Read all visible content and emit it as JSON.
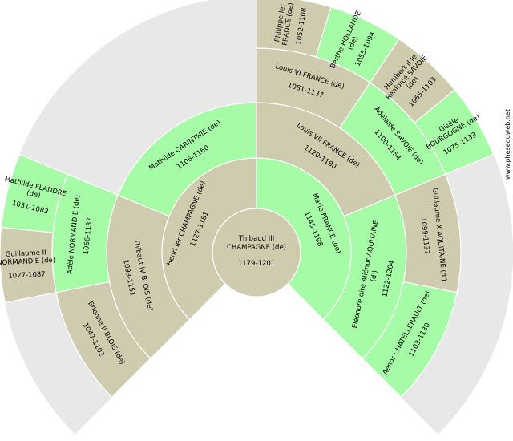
{
  "colors": {
    "male": "#cfcbaf",
    "female": "#a6fba6",
    "empty": "#e8e8e8",
    "divider": "#ffffff"
  },
  "watermark": "www.pheseduweb.net",
  "root": {
    "name": "Thibaud III CHAMPAGNE (de)",
    "name_lines": [
      "Thibaud III",
      "CHAMPAGNE (de)"
    ],
    "dates": "1179-1201"
  },
  "persons": [
    {
      "id": "henri-ier-champagne",
      "gen": 1,
      "slot": 0,
      "sex": "male",
      "name": "Henri Ier CHAMPAGNE (de)",
      "name_lines": [
        "Henri Ier CHAMPAGNE (de)"
      ],
      "dates": "1127-1181"
    },
    {
      "id": "marie-france",
      "gen": 1,
      "slot": 1,
      "sex": "female",
      "name": "Marie FRANCE (de)",
      "name_lines": [
        "Marie FRANCE (de)"
      ],
      "dates": "1145-1198"
    },
    {
      "id": "thibaut-iv-blois",
      "gen": 2,
      "slot": 0,
      "sex": "male",
      "name": "Thibaut IV BLOIS (de)",
      "name_lines": [
        "Thibaut IV BLOIS (de)"
      ],
      "dates": "1093-1151"
    },
    {
      "id": "mathilde-carinthie",
      "gen": 2,
      "slot": 1,
      "sex": "female",
      "name": "Mathilde CARINTHIE (de)",
      "name_lines": [
        "Mathilde CARINTHIE (de)"
      ],
      "dates": "1106-1160"
    },
    {
      "id": "louis-vii-france",
      "gen": 2,
      "slot": 2,
      "sex": "male",
      "name": "Louis VII FRANCE (de)",
      "name_lines": [
        "Louis VII FRANCE (de)"
      ],
      "dates": "1120-1180"
    },
    {
      "id": "eleonore-aquitaine",
      "gen": 2,
      "slot": 3,
      "sex": "female",
      "name": "Eléonore dite Aliénor AQUITAINE (d')",
      "name_lines": [
        "Eléonore dite Aliénor AQUITAINE",
        "(d')"
      ],
      "dates": "1122-1204"
    },
    {
      "id": "etienne-ii-blois",
      "gen": 3,
      "slot": 0,
      "sex": "male",
      "name": "Etienne II BLOIS (de)",
      "name_lines": [
        "Etienne II BLOIS (de)"
      ],
      "dates": "1047-1102"
    },
    {
      "id": "adele-normandie",
      "gen": 3,
      "slot": 1,
      "sex": "female",
      "name": "Adèle NORMANDIE (de)",
      "name_lines": [
        "Adèle NORMANDIE (de)"
      ],
      "dates": "1066-1137"
    },
    {
      "id": "louis-vi-france",
      "gen": 3,
      "slot": 4,
      "sex": "male",
      "name": "Louis VI FRANCE (de)",
      "name_lines": [
        "Louis VI FRANCE (de)"
      ],
      "dates": "1081-1137"
    },
    {
      "id": "adelaide-savoie",
      "gen": 3,
      "slot": 5,
      "sex": "female",
      "name": "Adélaïde SAVOIE (de)",
      "name_lines": [
        "Adélaïde SAVOIE (de)"
      ],
      "dates": "1100-1154"
    },
    {
      "id": "guillaume-x-aquitaine",
      "gen": 3,
      "slot": 6,
      "sex": "male",
      "name": "Guillaume X AQUITAINE (d')",
      "name_lines": [
        "Guillaume X AQUITAINE (d')"
      ],
      "dates": "1099-1137"
    },
    {
      "id": "aenor-chatellerault",
      "gen": 3,
      "slot": 7,
      "sex": "female",
      "name": "Aenor CHATELLERAULT (de)",
      "name_lines": [
        "Aenor CHATELLERAULT (de)"
      ],
      "dates": "1103-1130"
    },
    {
      "id": "guillaume-ii-normandie",
      "gen": 4,
      "slot": 2,
      "sex": "male",
      "name": "Guillaume II NORMANDIE (de)",
      "name_lines": [
        "Guillaume II",
        "NORMANDIE (de)"
      ],
      "dates": "1027-1087"
    },
    {
      "id": "mathilde-flandre",
      "gen": 4,
      "slot": 3,
      "sex": "female",
      "name": "Mathilde FLANDRE (de)",
      "name_lines": [
        "Mathilde FLANDRE",
        "(de)"
      ],
      "dates": "1031-1083"
    },
    {
      "id": "philippe-ier-france",
      "gen": 4,
      "slot": 8,
      "sex": "male",
      "name": "Philippe Ier FRANCE (de)",
      "name_lines": [
        "Philippe Ier",
        "FRANCE (de)"
      ],
      "dates": "1052-1108"
    },
    {
      "id": "berthe-hollande",
      "gen": 4,
      "slot": 9,
      "sex": "female",
      "name": "Berthe HOLLANDE (de)",
      "name_lines": [
        "Berthe HOLLANDE",
        "(de)"
      ],
      "dates": "1055-1094"
    },
    {
      "id": "humbert-ii-savoie",
      "gen": 4,
      "slot": 10,
      "sex": "male",
      "name": "Humbert II le Renforcé SAVOIE (de)",
      "name_lines": [
        "Humbert II le",
        "Renforcé SAVOIE",
        "(de)"
      ],
      "dates": "1065-1103"
    },
    {
      "id": "gisele-bourgogne",
      "gen": 4,
      "slot": 11,
      "sex": "female",
      "name": "Gisèle BOURGOGNE (de)",
      "name_lines": [
        "Gisèle",
        "BOURGOGNE (de)"
      ],
      "dates": "1075-1133"
    }
  ]
}
